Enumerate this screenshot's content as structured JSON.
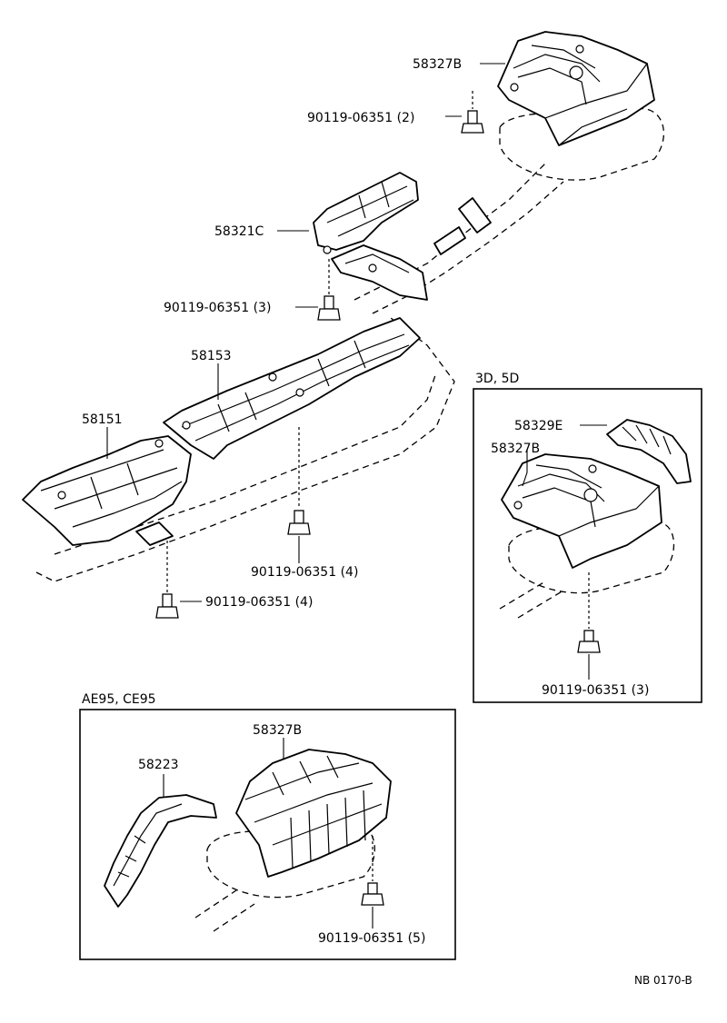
{
  "labels": {
    "p58327b_top": "58327B",
    "bolt_2": "90119-06351 (2)",
    "p58321c": "58321C",
    "bolt_3a": "90119-06351 (3)",
    "p58153": "58153",
    "p58151": "58151",
    "bolt_4a": "90119-06351 (4)",
    "bolt_4b": "90119-06351 (4)",
    "inset_right_title": "3D, 5D",
    "p58329e": "58329E",
    "p58327b_right": "58327B",
    "bolt_3b": "90119-06351 (3)",
    "inset_bottom_title": "AE95, CE95",
    "p58327b_bottom": "58327B",
    "p58223": "58223",
    "bolt_5": "90119-06351 (5)",
    "figure_code": "NB 0170-B"
  }
}
